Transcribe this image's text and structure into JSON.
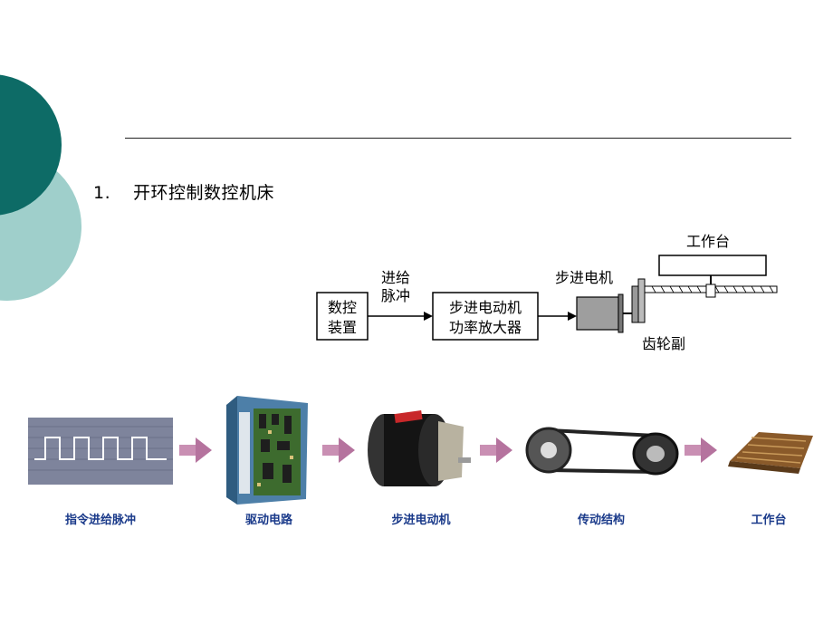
{
  "heading": {
    "number": "1.",
    "text": "开环控制数控机床"
  },
  "diagram": {
    "nc_device": [
      "数控",
      "装置"
    ],
    "feed_pulse": [
      "进给",
      "脉冲"
    ],
    "amplifier": [
      "步进电动机",
      "功率放大器"
    ],
    "stepper_motor": "步进电机",
    "worktable": "工作台",
    "gear_pair": "齿轮副"
  },
  "flow": {
    "steps": [
      {
        "label": "指令进给脉冲",
        "icon": "square-wave-icon"
      },
      {
        "label": "驱动电路",
        "icon": "circuit-board-icon"
      },
      {
        "label": "步进电动机",
        "icon": "stepper-motor-icon"
      },
      {
        "label": "传动结构",
        "icon": "belt-drive-icon"
      },
      {
        "label": "工作台",
        "icon": "worktable-icon"
      }
    ]
  },
  "colors": {
    "teal_dark": "#0d6b66",
    "teal_light": "#9fcfcb",
    "flow_label": "#1a3a8a",
    "arrow": "#c98fb3"
  }
}
